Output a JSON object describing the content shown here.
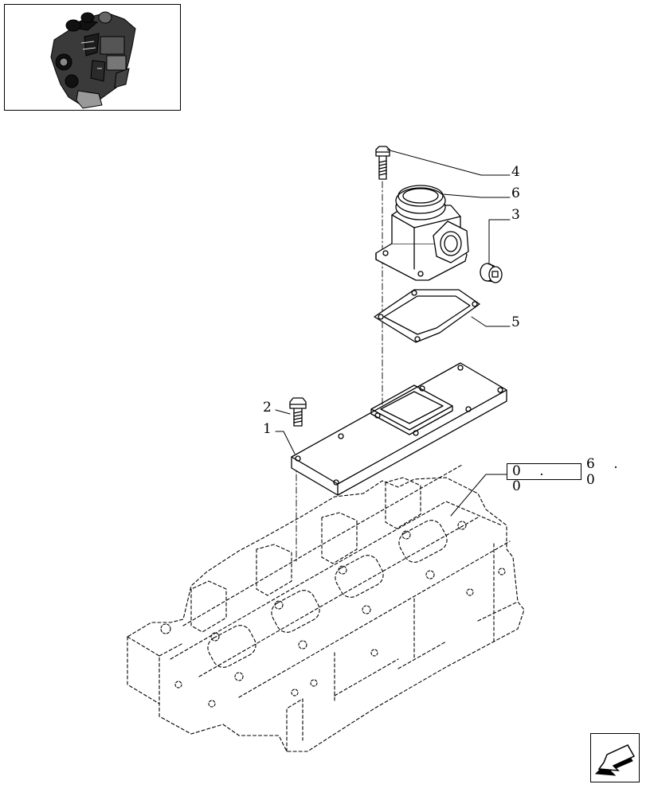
{
  "thumbnail": {
    "icon": "engine-thumbnail"
  },
  "callouts": [
    {
      "id": "1",
      "label": "1"
    },
    {
      "id": "2",
      "label": "2"
    },
    {
      "id": "3",
      "label": "3"
    },
    {
      "id": "4",
      "label": "4"
    },
    {
      "id": "5",
      "label": "5"
    },
    {
      "id": "6",
      "label": "6"
    }
  ],
  "reference": {
    "boxed": "0 . 0",
    "rest": "6 . 0"
  },
  "nav": {
    "icon": "previous-page-arrow-icon"
  },
  "colors": {
    "line": "#000000",
    "background": "#ffffff"
  }
}
